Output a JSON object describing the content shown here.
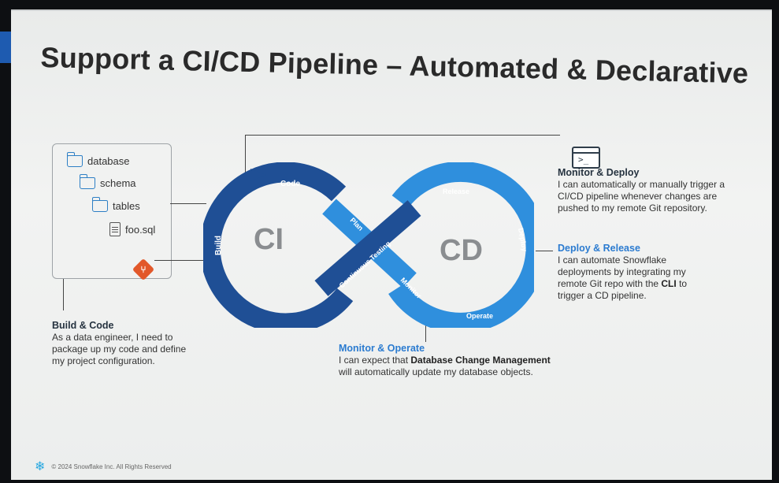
{
  "slide": {
    "title": "Support a CI/CD Pipeline – Automated & Declarative",
    "footer_text": "© 2024 Snowflake Inc. All Rights Reserved",
    "accent_dark": "#1f4f95",
    "accent_light": "#2f8fdd"
  },
  "tree": {
    "database": "database",
    "schema": "schema",
    "tables": "tables",
    "file": "foo.sql",
    "git_icon": "git-icon"
  },
  "diagram": {
    "ci_label": "CI",
    "cd_label": "CD",
    "code": "Code",
    "build": "Build",
    "plan": "Plan",
    "testing": "Continuous Testing",
    "release": "Release",
    "deploy": "Deploy",
    "operate": "Operate",
    "monitor": "Monitor"
  },
  "captions": {
    "build_code": {
      "head": "Build & Code",
      "line1": "As a data engineer, I need to",
      "line2": "package up my code and define",
      "line3": "my project configuration."
    },
    "monitor_deploy": {
      "head": "Monitor & Deploy",
      "line1": "I can automatically or manually trigger a",
      "line2": "CI/CD pipeline whenever changes are",
      "line3": "pushed to my remote Git repository."
    },
    "deploy_release": {
      "head": "Deploy & Release",
      "line1": "I can automate Snowflake",
      "line2": "deployments by integrating my",
      "line3a": "remote Git repo with the ",
      "line3b": "CLI",
      "line3c": " to",
      "line4": "trigger a CD pipeline."
    },
    "monitor_operate": {
      "head": "Monitor & Operate",
      "line1a": "I can expect that ",
      "line1b": "Database Change Management",
      "line2": "will automatically update my database objects."
    }
  }
}
